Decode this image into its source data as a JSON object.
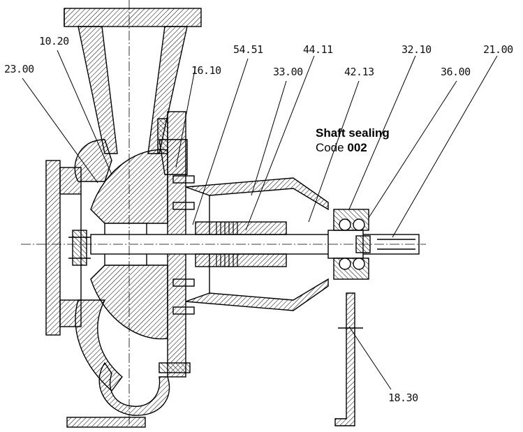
{
  "labels": {
    "l1020": "10.20",
    "l2300": "23.00",
    "l1610": "16.10",
    "l5451": "54.51",
    "l3300": "33.00",
    "l4411": "44.11",
    "l4213": "42.13",
    "l3210": "32.10",
    "l3600": "36.00",
    "l2100": "21.00",
    "l1830": "18.30"
  },
  "annotation": {
    "title": "Shaft sealing",
    "code_prefix": "Code",
    "code_value": "002"
  }
}
